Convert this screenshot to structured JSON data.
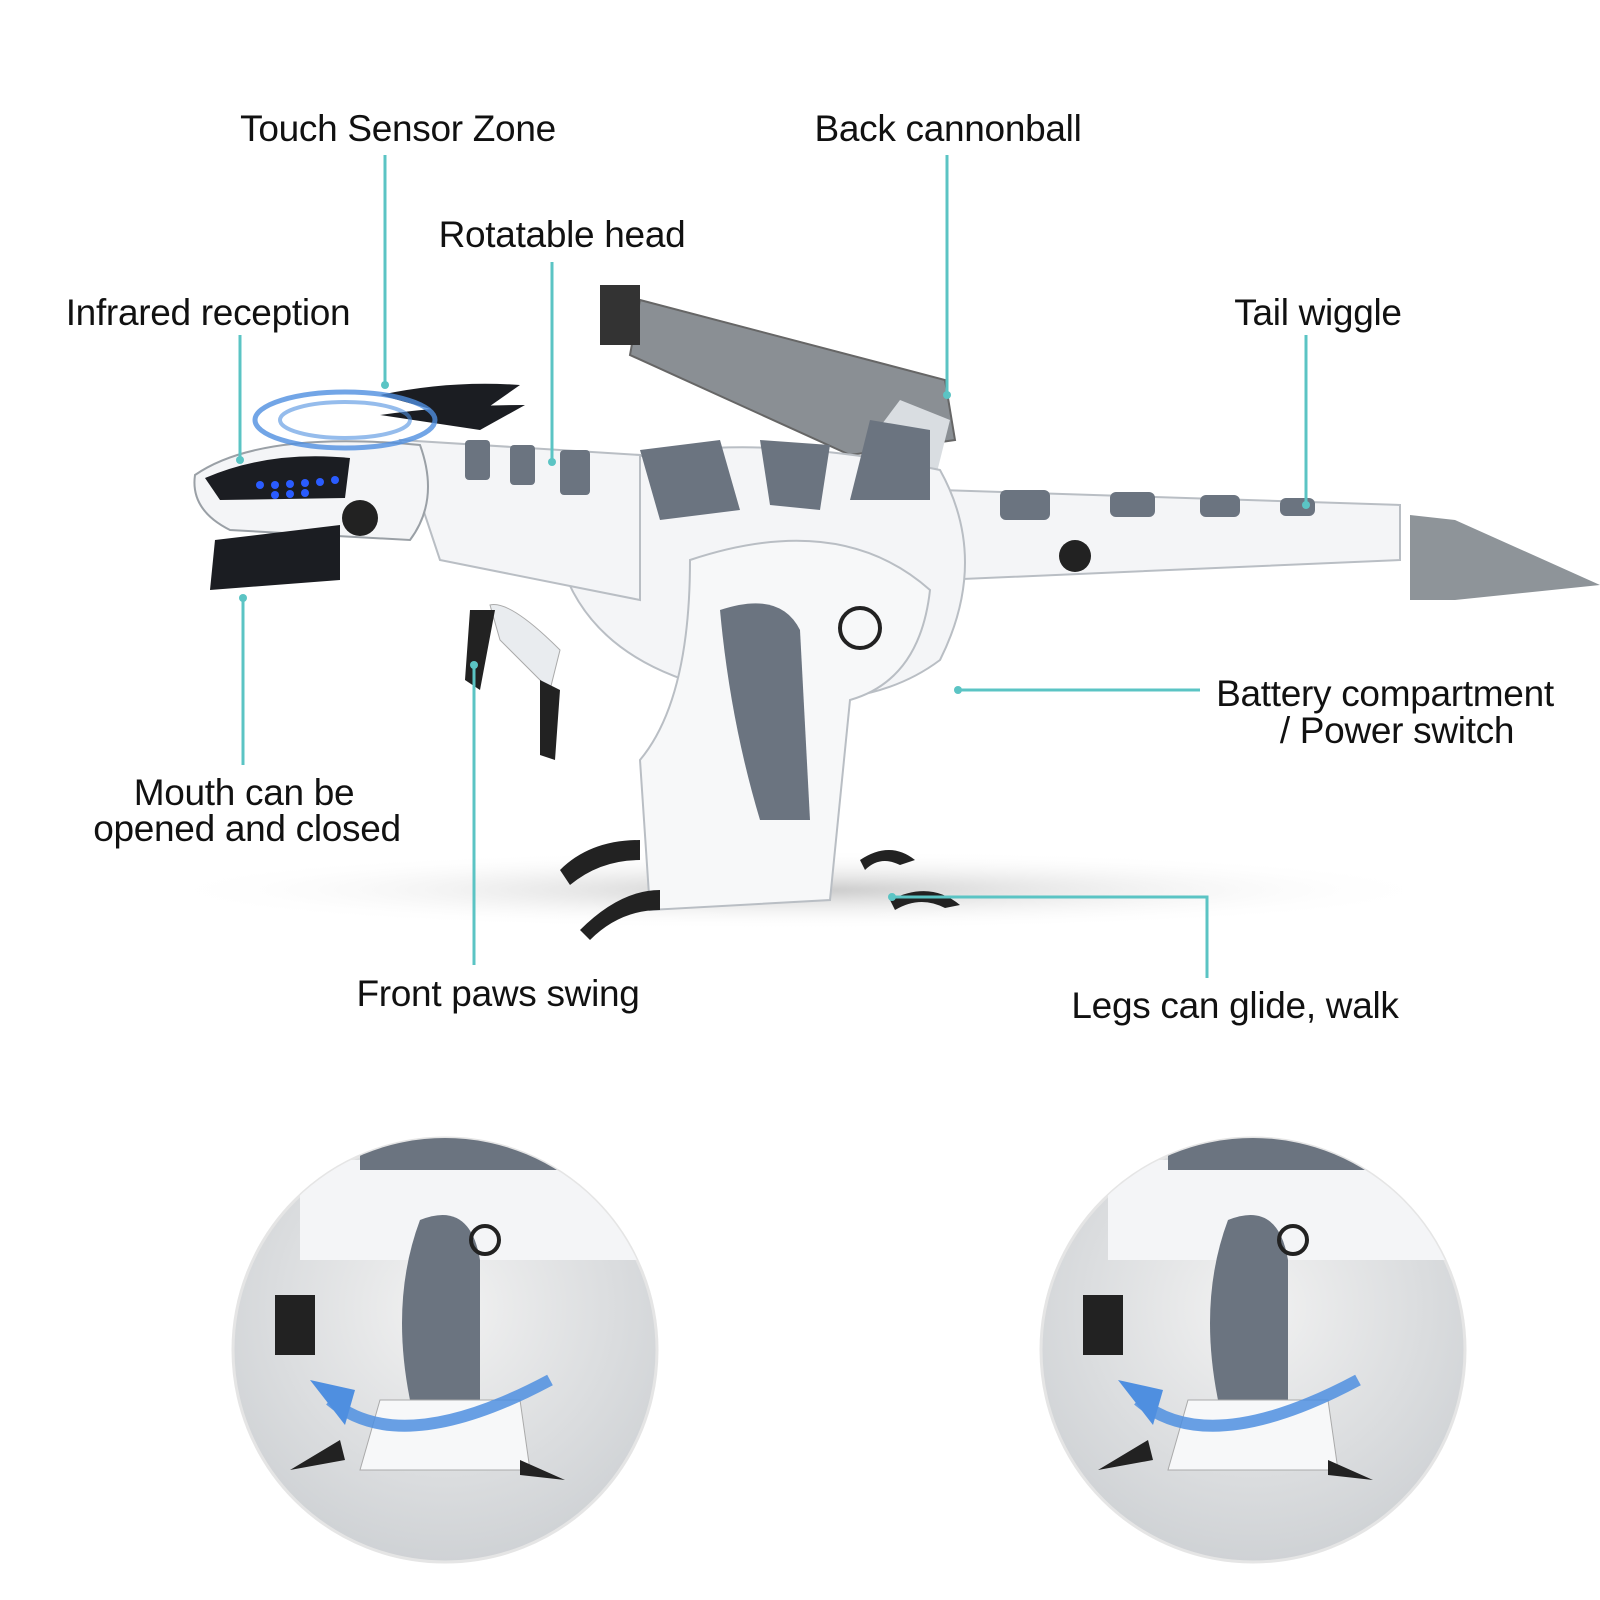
{
  "labels": {
    "touch_sensor": "Touch Sensor Zone",
    "back_cannonball": "Back cannonball",
    "rotatable_head": "Rotatable head",
    "infrared": "Infrared reception",
    "tail_wiggle": "Tail wiggle",
    "battery_line1": "Battery compartment",
    "battery_line2": "/ Power switch",
    "mouth_line1": "Mouth can be",
    "mouth_line2": "opened and closed",
    "front_paws": "Front paws swing",
    "legs": "Legs can glide, walk"
  },
  "colors": {
    "leader_line": "#5bc4c4",
    "body": "#f4f5f7",
    "armor": "#6b7480",
    "led": "#2a5cff",
    "arrow": "#4f8fe0"
  }
}
